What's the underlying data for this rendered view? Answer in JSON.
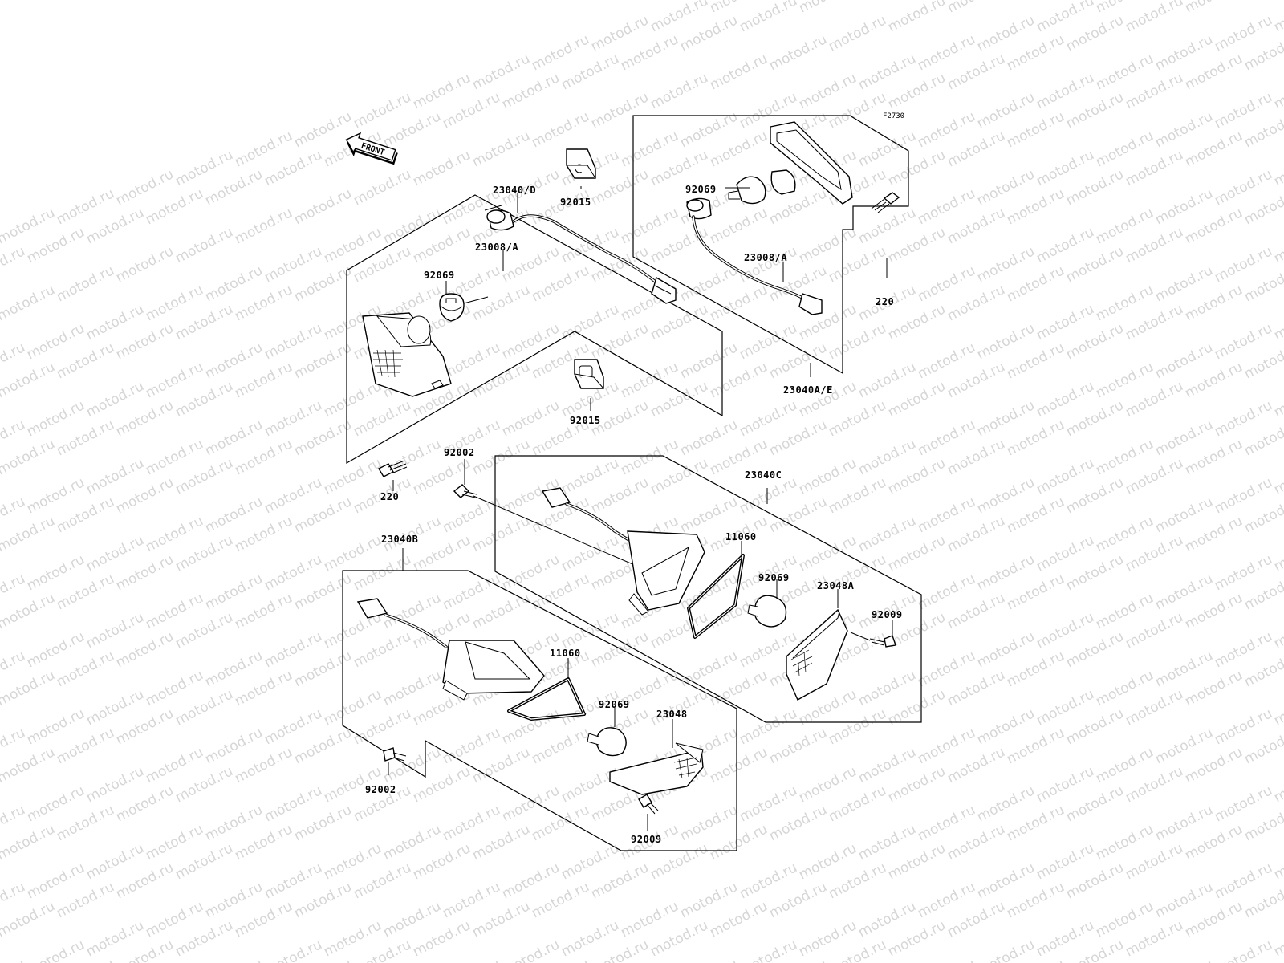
{
  "diagram": {
    "figure_code": "F2730",
    "front_arrow_label": "FRONT",
    "watermark_text": "motod.ru",
    "parts": [
      "23040/D",
      "92015",
      "23008/A",
      "92069",
      "220",
      "92015",
      "92002",
      "220",
      "92069",
      "23008/A",
      "23040A/E",
      "23040C",
      "11060",
      "92069",
      "23048A",
      "92009",
      "23040B",
      "11060",
      "92069",
      "23048",
      "92002",
      "92009"
    ]
  }
}
